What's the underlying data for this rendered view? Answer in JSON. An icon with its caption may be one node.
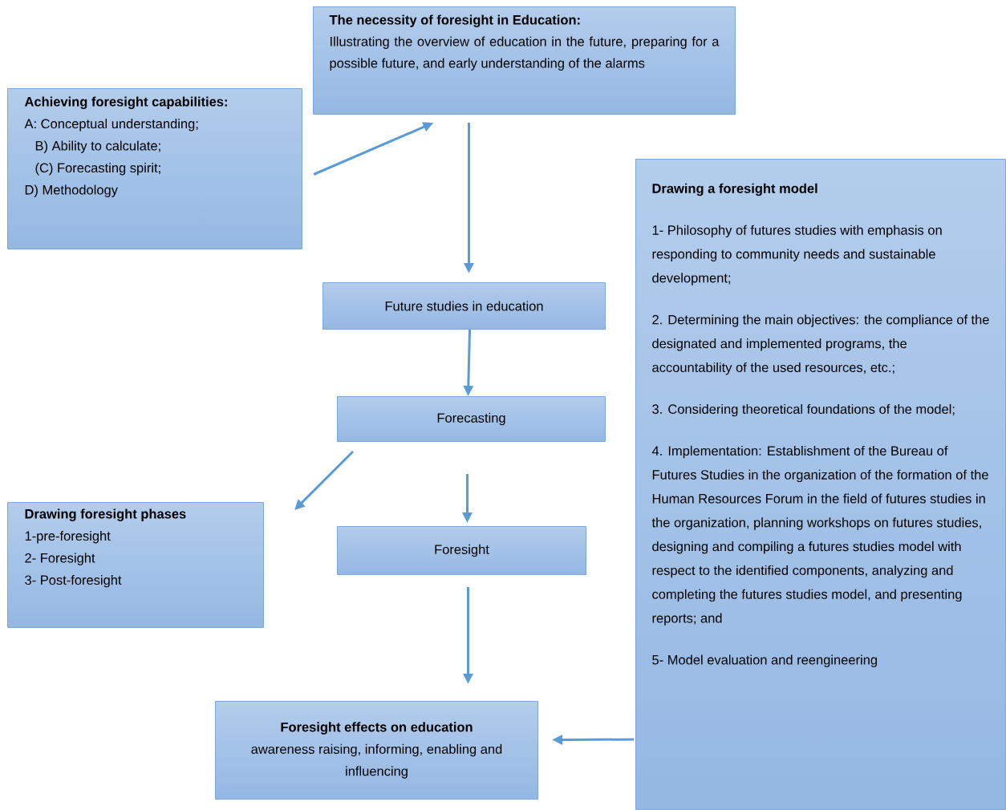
{
  "diagram": {
    "nodes": [
      {
        "text": [
          "The necessity of foresight in Education:",
          "Illustrating the overview of education in the future, preparing for a possible future, and early understanding of the alarms"
        ]
      },
      {
        "text": [
          "Achieving foresight capabilities:",
          "A: Conceptual understanding;",
          "B) Ability to calculate;",
          "(C) Forecasting spirit;",
          "D) Methodology"
        ]
      },
      {
        "text": [
          "Drawing a foresight model",
          "1- Philosophy of futures studies with emphasis on responding to community needs and sustainable development;",
          "2. Determining the main objectives: the compliance of the designated and implemented programs, the accountability of the used resources, etc.;",
          "3. Considering theoretical foundations of the model;",
          "4. Implementation: Establishment of the Bureau of Futures Studies in the organization of the formation of the Human Resources Forum in the field of futures studies in the organization, planning workshops on futures studies, designing and compiling a futures studies model with respect to the identified components, analyzing and completing the futures studies model, and presenting reports; and",
          "5- Model evaluation and reengineering"
        ]
      },
      {
        "text": [
          "Future studies in education"
        ]
      },
      {
        "text": [
          "Forecasting"
        ]
      },
      {
        "text": [
          "Drawing foresight phases",
          "1-pre-foresight",
          "2- Foresight",
          "3- Post-foresight"
        ]
      },
      {
        "text": [
          "Foresight"
        ]
      },
      {
        "text": [
          "Foresight effects on education",
          "awareness raising, informing, enabling and influencing"
        ]
      }
    ],
    "edges": [
      {
        "from": 1,
        "to": 0,
        "arrow": "to"
      },
      {
        "from": 0,
        "to": 3,
        "arrow": "to"
      },
      {
        "from": 3,
        "to": 4,
        "arrow": "to"
      },
      {
        "from": 4,
        "to": 5,
        "arrow": "to"
      },
      {
        "from": 4,
        "to": 6,
        "arrow": "to"
      },
      {
        "from": 6,
        "to": 7,
        "arrow": "to"
      },
      {
        "from": 2,
        "to": 7,
        "arrow": "to"
      }
    ]
  }
}
